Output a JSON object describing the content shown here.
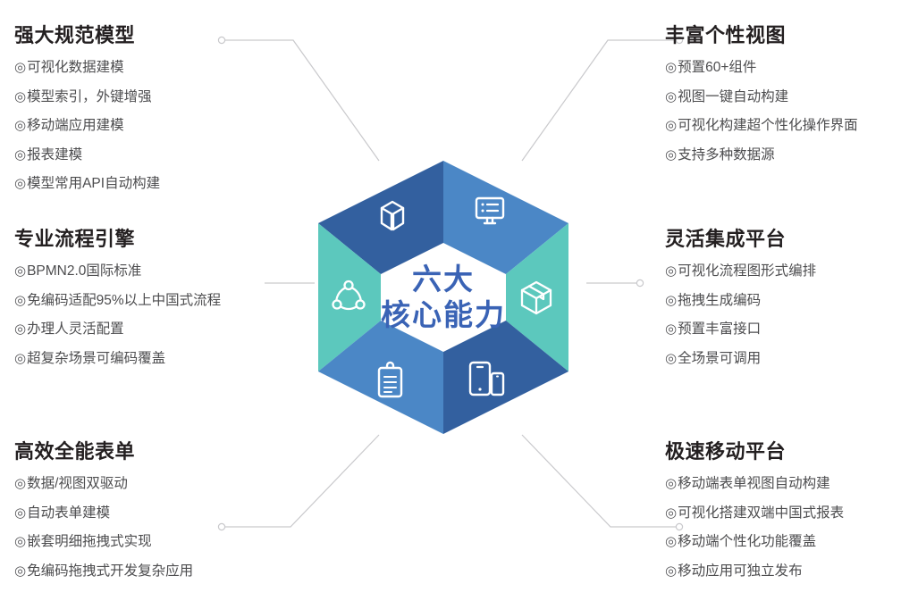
{
  "center": {
    "line1": "六大",
    "line2": "核心能力",
    "color": "#3a63b5"
  },
  "palette": {
    "top_left": "#33609f",
    "top_right": "#4b87c6",
    "left": "#5cc8bd",
    "right": "#5cc8bd",
    "bottom_left": "#4b87c6",
    "bottom_right": "#33609f",
    "connector": "#c9c9cc",
    "heading": "#231f20",
    "body": "#4d4d4f"
  },
  "bullet": "◎",
  "segments": [
    {
      "id": "top-left",
      "icon": "cube-3d-icon",
      "color": "#33609f"
    },
    {
      "id": "top-right",
      "icon": "monitor-list-icon",
      "color": "#4b87c6"
    },
    {
      "id": "left",
      "icon": "node-network-icon",
      "color": "#5cc8bd"
    },
    {
      "id": "right",
      "icon": "package-box-icon",
      "color": "#5cc8bd"
    },
    {
      "id": "bottom-left",
      "icon": "clipboard-form-icon",
      "color": "#4b87c6"
    },
    {
      "id": "bottom-right",
      "icon": "mobile-devices-icon",
      "color": "#33609f"
    }
  ],
  "blocks": {
    "top_left": {
      "title": "强大规范模型",
      "items": [
        "可视化数据建模",
        "模型索引，外键增强",
        "移动端应用建模",
        "报表建模",
        "模型常用API自动构建"
      ]
    },
    "middle_left": {
      "title": "专业流程引擎",
      "items": [
        "BPMN2.0国际标准",
        "免编码适配95%以上中国式流程",
        "办理人灵活配置",
        "超复杂场景可编码覆盖"
      ]
    },
    "bottom_left": {
      "title": "高效全能表单",
      "items": [
        "数据/视图双驱动",
        "自动表单建模",
        "嵌套明细拖拽式实现",
        "免编码拖拽式开发复杂应用"
      ]
    },
    "top_right": {
      "title": "丰富个性视图",
      "items": [
        "预置60+组件",
        "视图一键自动构建",
        "可视化构建超个性化操作界面",
        "支持多种数据源"
      ]
    },
    "middle_right": {
      "title": "灵活集成平台",
      "items": [
        "可视化流程图形式编排",
        "拖拽生成编码",
        "预置丰富接口",
        "全场景可调用"
      ]
    },
    "bottom_right": {
      "title": "极速移动平台",
      "items": [
        "移动端表单视图自动构建",
        "可视化搭建双端中国式报表",
        "移动端个性化功能覆盖",
        "移动应用可独立发布"
      ]
    }
  }
}
